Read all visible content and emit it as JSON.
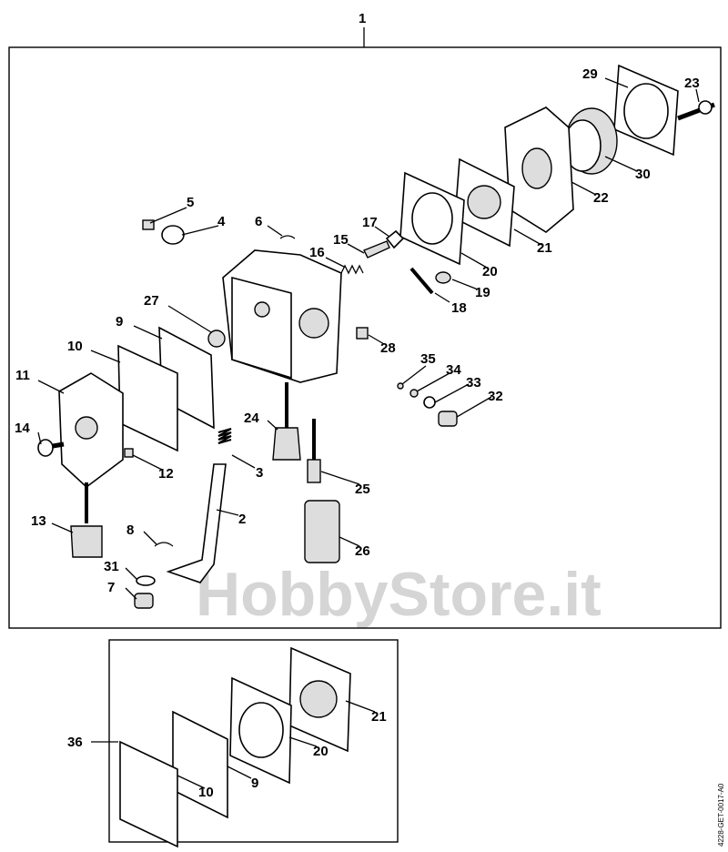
{
  "main_assembly_label": "1",
  "kit_label": "36",
  "labels": [
    "29",
    "23",
    "30",
    "22",
    "21",
    "20",
    "19",
    "18",
    "17",
    "15",
    "16",
    "6",
    "5",
    "4",
    "27",
    "9",
    "10",
    "11",
    "28",
    "35",
    "34",
    "33",
    "32",
    "24",
    "14",
    "12",
    "3",
    "25",
    "13",
    "2",
    "8",
    "26",
    "31",
    "7"
  ],
  "kit_parts": [
    "21",
    "20",
    "9",
    "10"
  ],
  "watermark": "HobbyStore.it",
  "drawing_code": "4228-GET-0017-A0"
}
